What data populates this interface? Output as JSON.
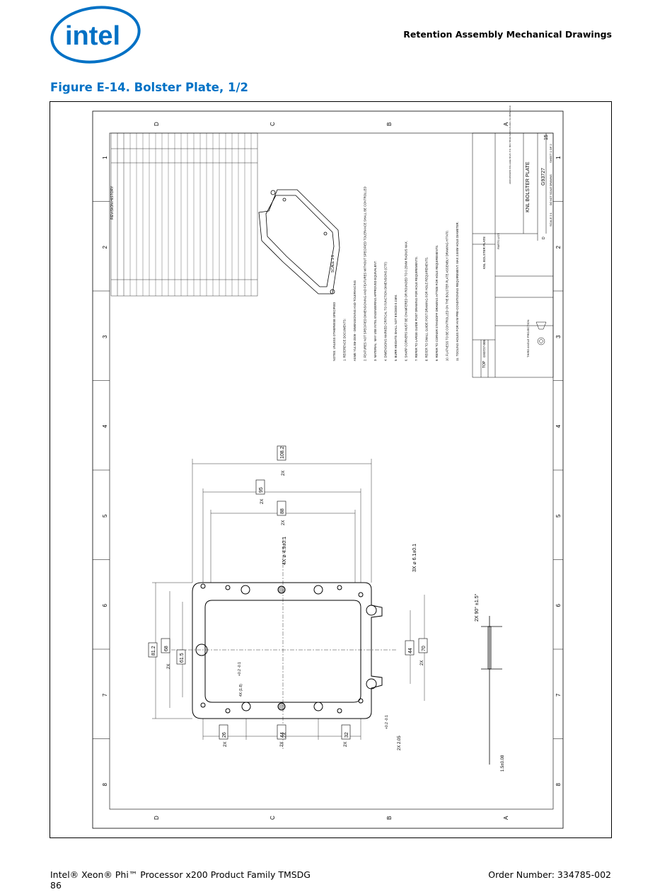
{
  "header": {
    "logo_text": "intel",
    "section_title": "Retention Assembly Mechanical Drawings"
  },
  "figure": {
    "title": "Figure E-14. Bolster Plate, 1/2"
  },
  "drawing": {
    "zone_numbers": [
      "1",
      "2",
      "3",
      "4",
      "5",
      "6",
      "7",
      "8"
    ],
    "zone_letters": [
      "A",
      "B",
      "C",
      "D"
    ],
    "revision_history_title": "REVISION HISTORY",
    "scale_label": "SCALE 1:1",
    "part_title": "KNL BOLSTER PLATE",
    "drawing_number": "G93727",
    "revision": "15",
    "size": "D",
    "sheet": "SHEET 1 OF 2",
    "scale_note": "SCALE 2:1",
    "do_not_scale": "DO NOT SCALE DRAWING",
    "company_address": "2200 MISSION COLLEGE BLVD. P.O. BOX 58119 SANTA CLARA, CA 95052-8119",
    "parts_list_title": "PARTS LIST",
    "parts_row": {
      "item": "TOP",
      "part_number": "G93727-005",
      "description": "KNL BOLSTER PLATE"
    },
    "projection": "THIRD ANGLE PROJECTION",
    "notes": [
      "NOTES: UNLESS OTHERWISE SPECIFIED",
      "1. REFERENCE DOCUMENTS:",
      "ASME Y14.5M-2009 - DIMENSIONING AND TOLERANCING",
      "2. FEATURES NOT SPECIFIED DIMENSIONING AND FEATURES WITHOUT SPECIFIED TOLERANCE SHALL BE CONTROLLED",
      "3. MATERIAL: MAY USE INTEL ENGINEERING APPROVED EQUIVALENT.",
      "4. DIMENSIONS MARKED CRITICAL TO FUNCTION DIMENSIONS (CTF)",
      "5. BURR HEIGHTS SHALL NOT EXCEED 0.1MM.",
      "6. SHARP CORNERS MUST BE CHAMFERED OR ROUNDED TO 0.25MM RADIUS MAX.",
      "7. REFER TO LARGE GUIDE POST DRAWING FOR HOLE REQUIREMENTS.",
      "8. REFER TO SMALL GUIDE POST DRAWING FOR HOLE REQUIREMENTS.",
      "9. REFER TO CORNER STANDOFF DRAWING H77928 FOR HOLE REQUIREMENTS.",
      "10. FLATNESS TO BE CONTROLLED ON THE BOLSTER PLATE ASSEMBLY DRAWING H77470.",
      "11. TOOLING HOLES FOR HVM PRE-CONDITIONING REQUIREMENT. MAX 3.5MM HOLE DIAMETER."
    ],
    "dimensions": {
      "d108": "108.2",
      "d95": "95",
      "d88": "88",
      "d81": "81.2",
      "d68": "68",
      "d61": "61.5",
      "d44a": "44",
      "d70": "70",
      "d26": "26",
      "d44b": "44",
      "d32": "32",
      "hole4x": "4X ⌀ 4.9±0.1",
      "hole3x": "3X ⌀ 6.1±0.1",
      "angle": "2X 90° ±1.5°",
      "thickness": "1.5±0.08",
      "slot": "2X 2.05",
      "tol": "+0.2 -0.1",
      "r18": "4X (1.8)",
      "twox": "2X"
    }
  },
  "footer": {
    "left_line1": "Intel® Xeon® Phi™ Processor x200 Product Family TMSDG",
    "page_number": "86",
    "right": "Order Number: 334785-002"
  }
}
